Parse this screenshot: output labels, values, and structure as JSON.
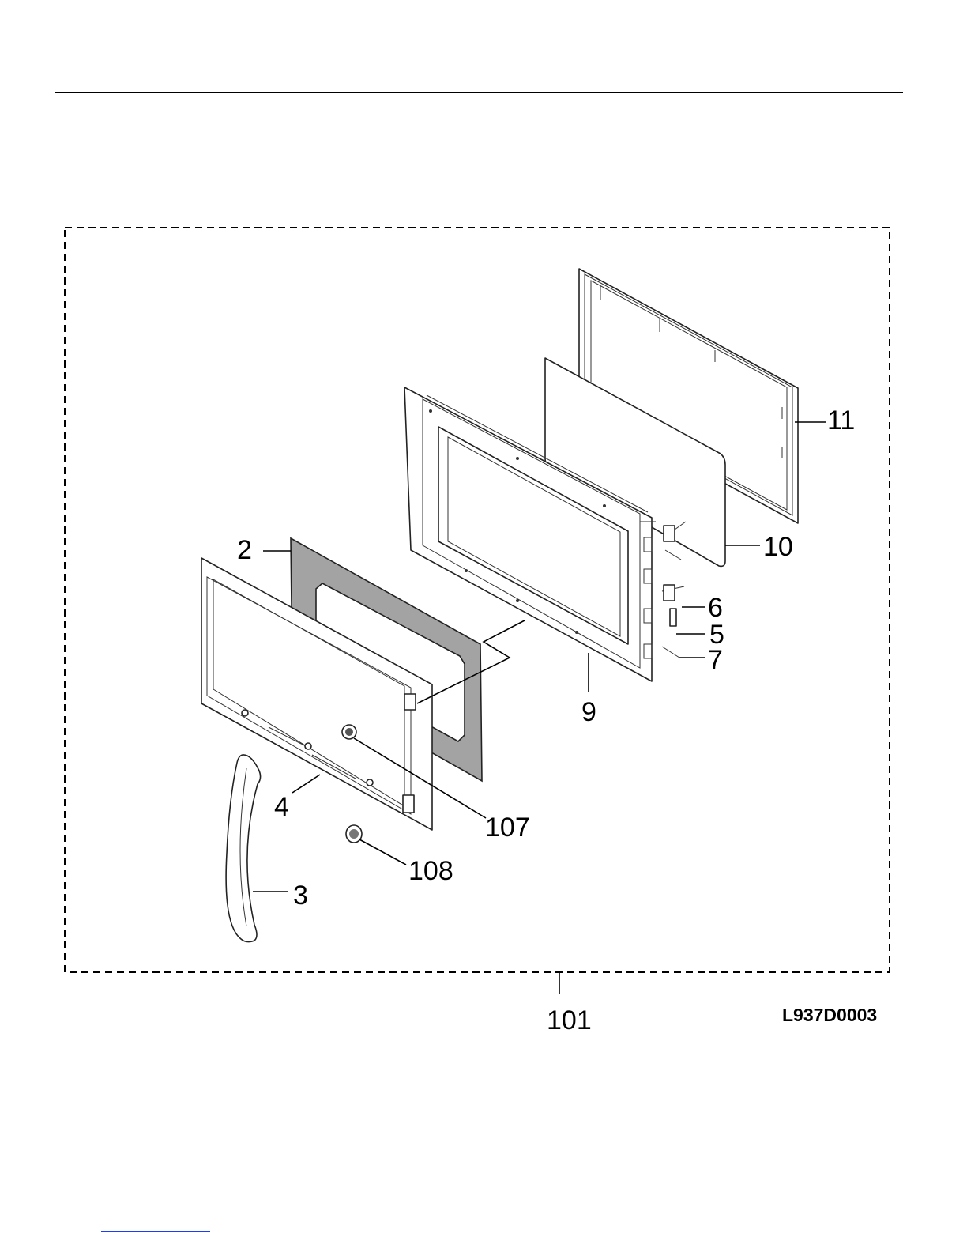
{
  "diagram": {
    "drawing_code": "L937D0003",
    "assembly_number": "101",
    "callouts": [
      {
        "id": "11"
      },
      {
        "id": "10"
      },
      {
        "id": "2"
      },
      {
        "id": "6"
      },
      {
        "id": "5"
      },
      {
        "id": "7"
      },
      {
        "id": "9"
      },
      {
        "id": "4"
      },
      {
        "id": "107"
      },
      {
        "id": "108"
      },
      {
        "id": "3"
      }
    ]
  },
  "colors": {
    "line": "#000000",
    "window_mesh": "#c9c9c9",
    "gasket_gray": "#a3a3a3",
    "link_rule": "#1a3cff"
  }
}
